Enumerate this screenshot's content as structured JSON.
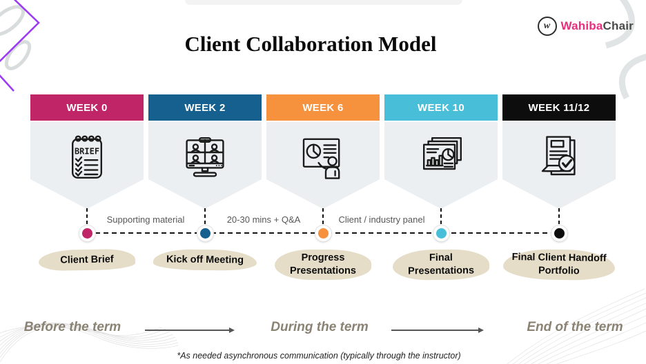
{
  "brand": {
    "icon_letter": "w",
    "name_bold": "Wahiba",
    "name_light": "Chair"
  },
  "title": "Client Collaboration Model",
  "columns": [
    {
      "week": "WEEK 0",
      "color": "#C02568",
      "icon": "brief-notepad-icon",
      "icon_text": "BRIEF",
      "label": "Client Brief"
    },
    {
      "week": "WEEK 2",
      "color": "#16608F",
      "icon": "video-meeting-icon",
      "label": "Kick off Meeting"
    },
    {
      "week": "WEEK 6",
      "color": "#F6913D",
      "icon": "presentation-board-icon",
      "label": "Progress Presentations"
    },
    {
      "week": "WEEK 10",
      "color": "#49BED9",
      "icon": "report-slides-icon",
      "label": "Final Presentations"
    },
    {
      "week": "WEEK 11/12",
      "color": "#0D0D0D",
      "icon": "approved-documents-icon",
      "label": "Final Client Handoff Portfolio"
    }
  ],
  "timeline": {
    "notes": [
      "Supporting material",
      "20-30 mins + Q&A",
      "Client / industry panel"
    ]
  },
  "phases": {
    "before": "Before the term",
    "during": "During the term",
    "end": "End of the term"
  },
  "footnote": "*As needed asynchronous communication (typically through the instructor)"
}
